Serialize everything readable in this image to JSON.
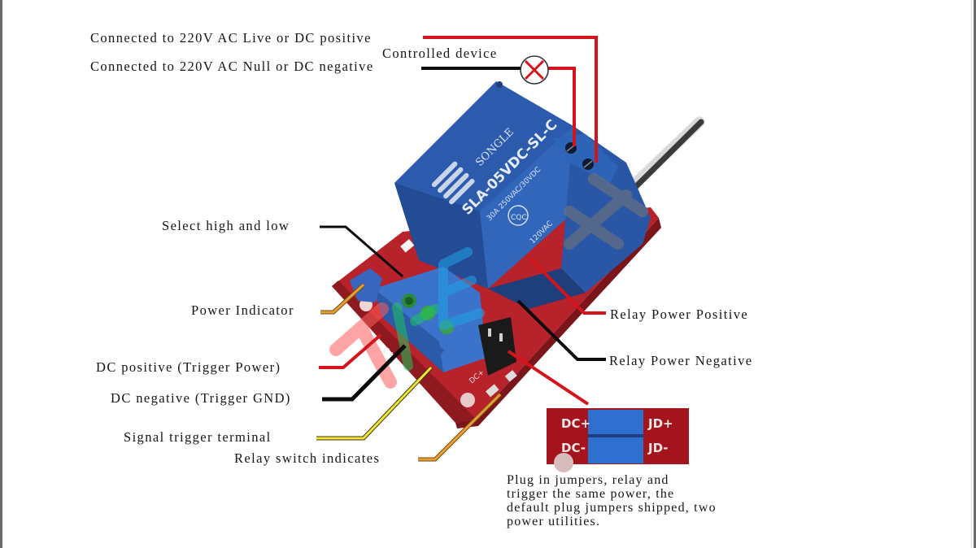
{
  "diagram": {
    "subject": "Single-channel 30A relay module wiring",
    "relay": {
      "brand": "SONGLE",
      "model": "SLA-05VDC-SL-C",
      "rating_line1": "30A 250VAC/30VDC",
      "rating_line2": "120VAC",
      "cert": "CQC"
    },
    "labels": {
      "ac_live": "Connected to 220V AC Live or DC positive",
      "controlled_device": "Controlled device",
      "ac_null": "Connected to 220V AC Null or DC negative",
      "select_level": "Select high and low",
      "power_indicator": "Power Indicator",
      "dc_positive": "DC positive (Trigger Power)",
      "dc_negative": "DC negative (Trigger GND)",
      "signal_trigger": "Signal trigger terminal",
      "relay_switch": "Relay switch indicates",
      "relay_pos": "Relay Power Positive",
      "relay_neg": "Relay Power Negative"
    },
    "jumper_inset": {
      "left_top": "DC+",
      "left_bottom": "DC-",
      "right_top": "JD+",
      "right_bottom": "JD-"
    },
    "note": {
      "lines": [
        "Plug in jumpers, relay and",
        "trigger the same power, the",
        "default plug jumpers shipped, two",
        "power utilities."
      ]
    },
    "colors": {
      "leader_red": "#d4141b",
      "leader_black": "#0c0c0c",
      "leader_yellow": "#f1e33a",
      "leader_orange": "#e4a035",
      "relay_blue": "#2f62b6",
      "pcb_red": "#b8222a"
    }
  }
}
